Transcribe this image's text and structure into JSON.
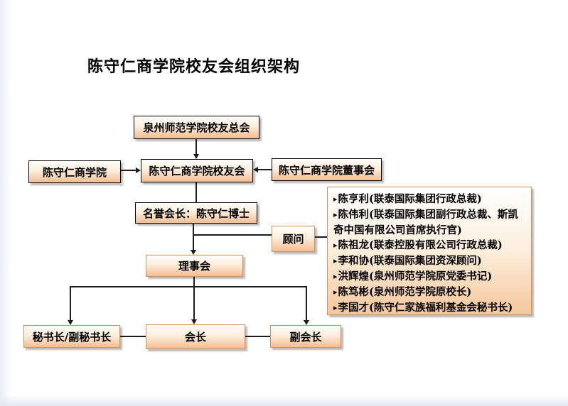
{
  "title": "陈守仁商学院校友会组织架构",
  "colors": {
    "box_fill_top": "#fffdfb",
    "box_fill_bottom": "#f3bc90",
    "box_border_dark": "#000000",
    "box_border_orange": "#d6935f",
    "connector": "#1c1c1c",
    "shadow": "#bcbcbc"
  },
  "nodes": {
    "top": {
      "label": "泉州师范学院校友总会"
    },
    "school": {
      "label": "陈守仁商学院"
    },
    "alumni": {
      "label": "陈守仁商学院校友会"
    },
    "board": {
      "label": "陈守仁商学院董事会"
    },
    "honorary": {
      "label": "名誉会长：陈守仁博士"
    },
    "advisor": {
      "label": "顾问"
    },
    "council": {
      "label": "理事会"
    },
    "secretary": {
      "label": "秘书长/副秘书长"
    },
    "president": {
      "label": "会长"
    },
    "vice_president": {
      "label": "副会长"
    }
  },
  "advisors": {
    "bullet": "▸",
    "items": [
      "陈亨利(联泰国际集团行政总裁)",
      "陈伟利(联泰国际集团副行政总裁、斯凯奇中国有限公司首席执行官)",
      "陈祖龙(联泰控股有限公司行政总裁)",
      "李和协(联泰国际集团资深顾问)",
      "洪辉煌(泉州师范学院原党委书记)",
      "陈笃彬(泉州师范学院原校长)",
      "李国才(陈守仁家族福利基金会秘书长)"
    ]
  }
}
